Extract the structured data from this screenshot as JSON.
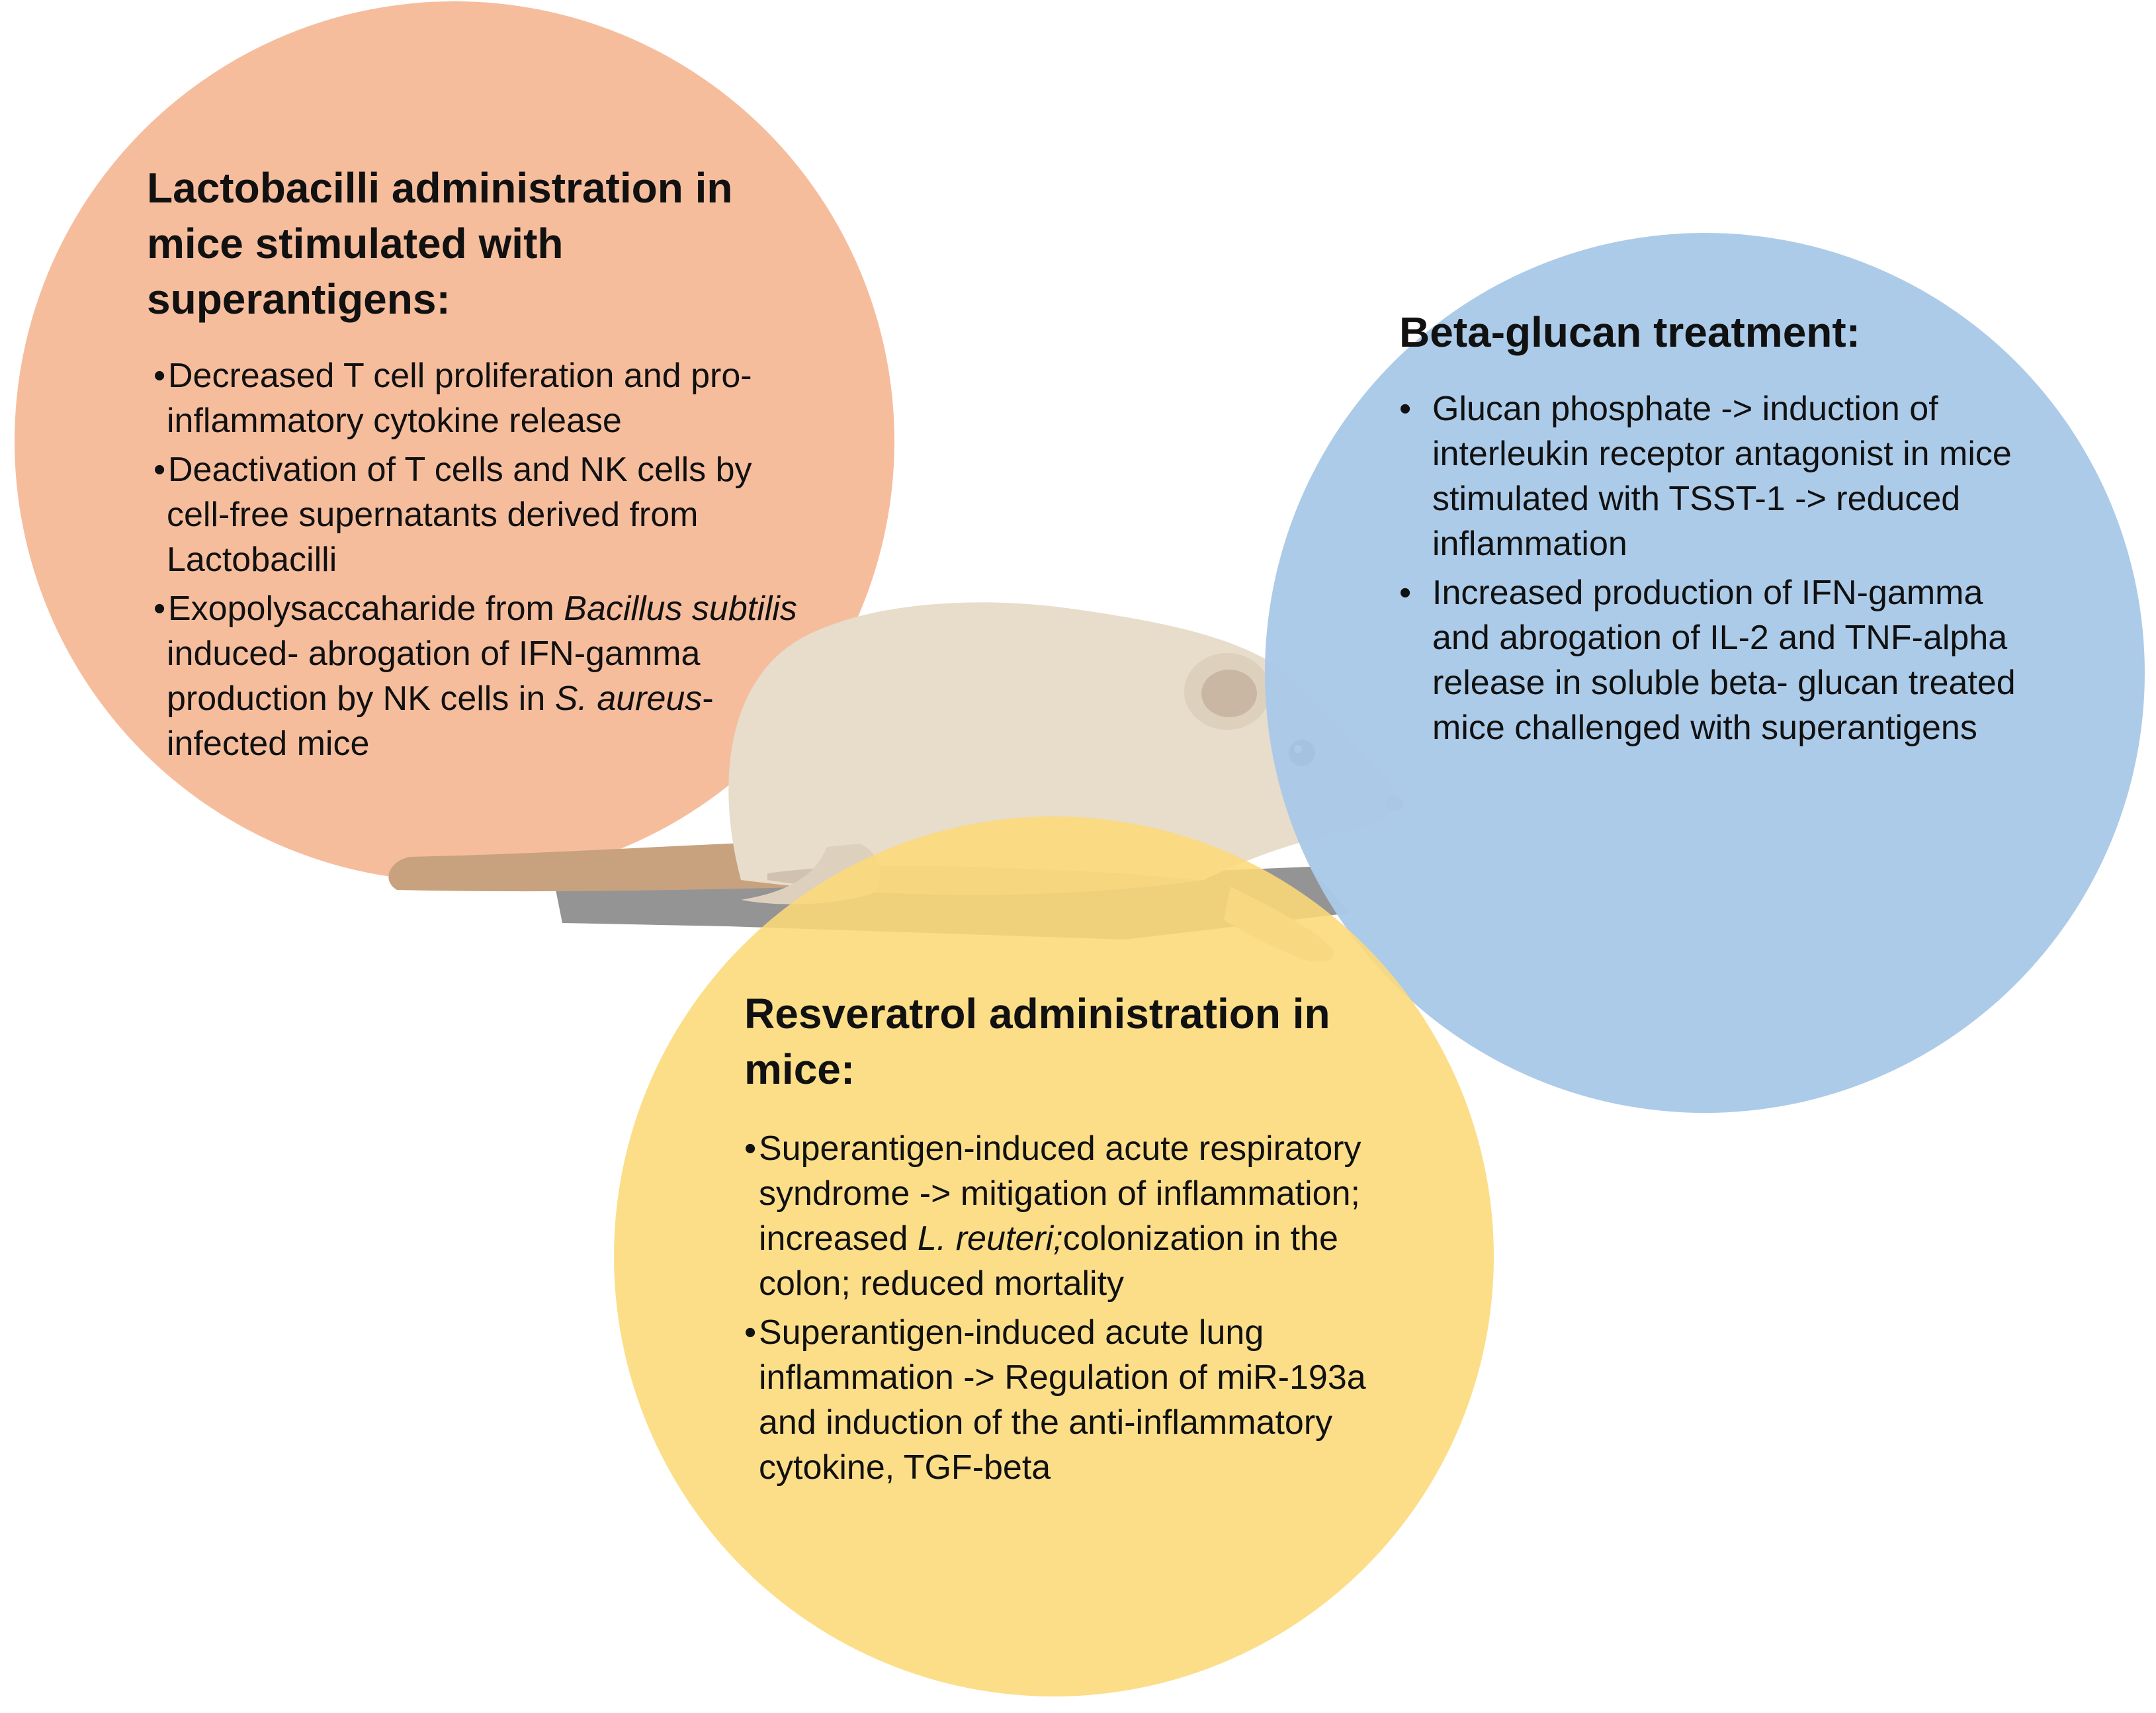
{
  "panels": {
    "lactobacilli": {
      "title": "Lactobacilli administration in mice stimulated with superantigens:",
      "items": [
        [
          {
            "t": "Decreased T cell proliferation and pro-inflammatory cytokine release"
          }
        ],
        [
          {
            "t": "Deactivation of T cells and NK cells by cell-free supernatants derived from Lactobacilli"
          }
        ],
        [
          {
            "t": "Exopolysaccaharide from "
          },
          {
            "t": "Bacillus subtilis",
            "i": true
          },
          {
            "t": " induced- abrogation of IFN-gamma production by NK cells in "
          },
          {
            "t": "S. aureus",
            "i": true
          },
          {
            "t": "-infected mice"
          }
        ]
      ]
    },
    "beta_glucan": {
      "title": "Beta-glucan treatment:",
      "items": [
        [
          {
            "t": "Glucan phosphate -> induction of interleukin receptor antagonist in mice stimulated with TSST-1 -> reduced inflammation"
          }
        ],
        [
          {
            "t": "Increased production of IFN-gamma and abrogation of IL-2 and TNF-alpha release in soluble beta- glucan treated mice challenged with superantigens"
          }
        ]
      ]
    },
    "resveratrol": {
      "title": "Resveratrol administration in mice:",
      "items": [
        [
          {
            "t": "Superantigen-induced acute respiratory syndrome -> mitigation of inflammation; increased "
          },
          {
            "t": "L. reuteri;",
            "i": true
          },
          {
            "t": "colonization in the colon; reduced mortality"
          }
        ],
        [
          {
            "t": "Superantigen-induced acute lung inflammation -> Regulation of miR-193a and induction of the anti-inflammatory cytokine, TGF-beta"
          }
        ]
      ]
    }
  },
  "colors": {
    "lactobacilli_circle": "#f5b896",
    "beta_glucan_circle": "#a9c9e8",
    "resveratrol_circle": "#fcd979",
    "mouse_body": "#e8dccb"
  },
  "icons": {
    "center_illustration": "mouse-icon"
  }
}
